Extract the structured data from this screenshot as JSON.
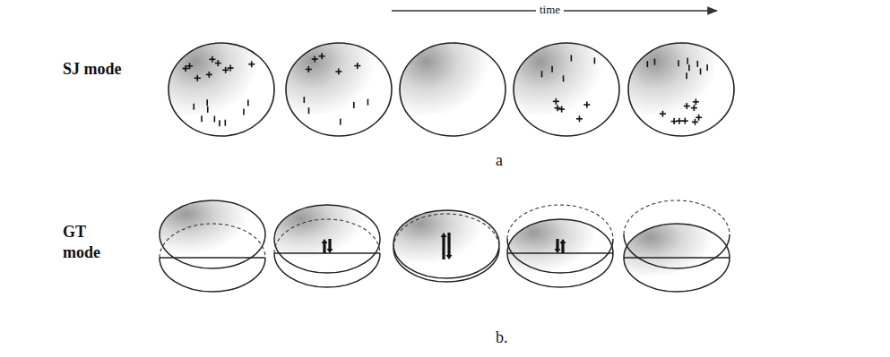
{
  "diagram": {
    "labels": [
      "time",
      "SJ mode",
      "a",
      "GT mode",
      "b."
    ]
  }
}
